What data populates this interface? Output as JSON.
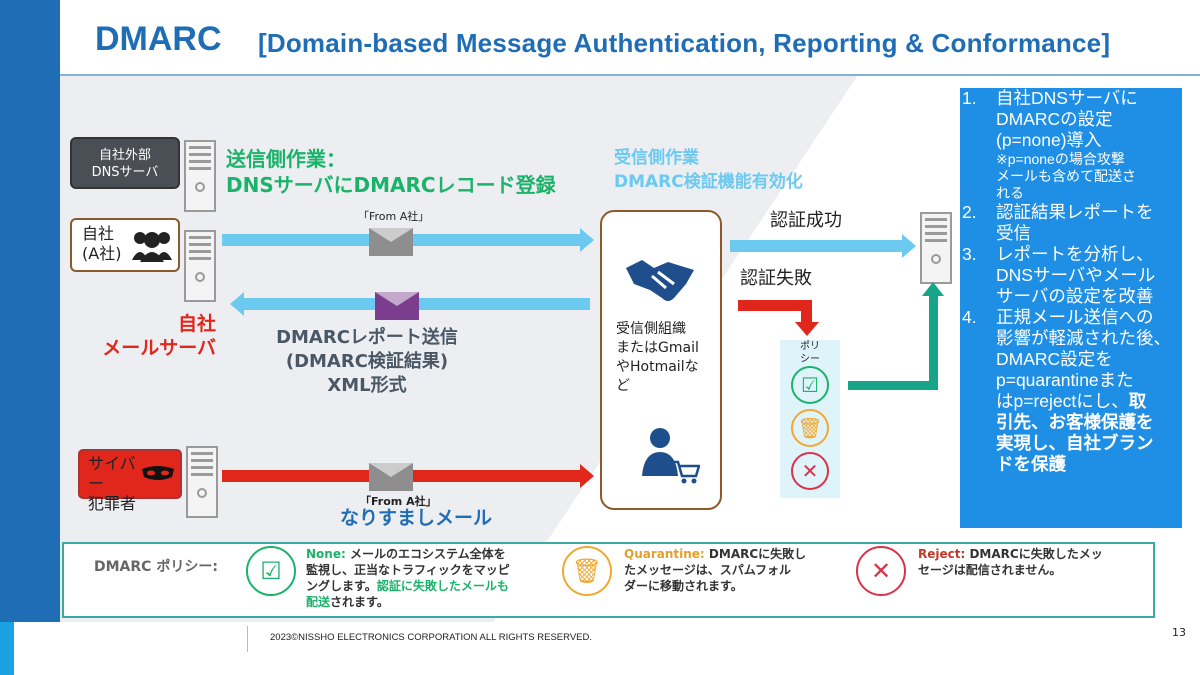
{
  "header": {
    "title": "DMARC",
    "subtitle": "[Domain-based Message Authentication, Reporting & Conformance]"
  },
  "left": {
    "external_dns": "自社外部\nDNSサーバ",
    "company": "自社\n(A社)",
    "company_mail_server": "自社\nメールサーバ",
    "cyber": "サイバー\n犯罪者"
  },
  "sender": {
    "heading": "送信側作業：\nDNSサーバにDMARCレコード登録"
  },
  "receiver_task": {
    "heading": "受信側作業\nDMARC検証機能有効化"
  },
  "flows": {
    "from_a": "「From A社」",
    "report": "DMARCレポート送信\n(DMARC検証結果)\nXML形式",
    "from_a_fake": "「From A社」",
    "spoof": "なりすましメール"
  },
  "receiver": {
    "text": "受信側組織\nまたはGmail\nやHotmailな\nど"
  },
  "auth": {
    "success": "認証成功",
    "fail": "認証失敗"
  },
  "policy_label": "ポリ\nシー",
  "steps": [
    {
      "n": "1.",
      "text": "自社DNSサーバに\nDMARCの設定\n(p=none)導入",
      "note": "※p=noneの場合攻撃\nメールも含めて配送さ\nれる"
    },
    {
      "n": "2.",
      "text": "認証結果レポートを\n受信"
    },
    {
      "n": "3.",
      "text": "レポートを分析し、\nDNSサーバやメール\nサーバの設定を改善"
    },
    {
      "n": "4.",
      "text": "正規メール送信への\n影響が軽減された後、\nDMARC設定を\np=quarantineまた\nはp=rejectにし、",
      "bold": "取\n引先、お客様保護を\n実現し、自社ブラン\nドを保護"
    }
  ],
  "legend": {
    "label": "DMARC ポリシー:",
    "none_head": "None:",
    "none_text": " メールのエコシステム全体を\n監視し、正当なトラフィックをマッピ\nングします。",
    "none_green": "認証に失敗したメールも\n配送",
    "none_tail": "されます。",
    "quarantine_head": "Quarantine:",
    "quarantine_text": " DMARCに失敗し\nたメッセージは、スパムフォル\nダーに移動されます。",
    "reject_head": "Reject:",
    "reject_text": " DMARCに失敗したメッ\nセージは配信されません。"
  },
  "footer": {
    "copyright": "2023©NISSHO ELECTRONICS CORPORATION ALL RIGHTS RESERVED.",
    "page": "13"
  },
  "colors": {
    "brand": "#1f6db5",
    "green": "#1bb36a",
    "cyan": "#6ccaf1",
    "red": "#e1261c",
    "teal": "#17a589",
    "purple": "#7b3e8e"
  }
}
